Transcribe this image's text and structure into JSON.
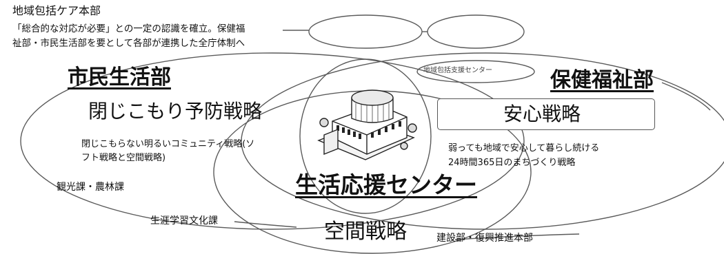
{
  "headquarters": {
    "title": "地域包括ケア本部",
    "description_line1": "「総合的な対応が必要」との一定の認識を確立。保健福",
    "description_line2": "祉部・市民生活部を要として各部が連携した全庁体制へ"
  },
  "departments": {
    "left": "市民生活部",
    "right": "保健福祉部"
  },
  "strategies": {
    "left": {
      "title": "閉じこもり予防戦略",
      "desc_line1": "閉じこもらない明るいコミュニティ戦略(ソ",
      "desc_line2": "フト戦略と空間戦略)"
    },
    "right": {
      "title": "安心戦略",
      "desc_line1": "弱っても地域で安心して暮らし続ける",
      "desc_line2": "24時間365日のまちづくり戦略"
    },
    "space": "空間戦略"
  },
  "center_label": "生活応援センター",
  "sections": {
    "tourism": "観光課・農林課",
    "lifelong": "生涯学習文化課",
    "construction": "建設部・復興推進本部"
  },
  "bubbles": {
    "top_left": "",
    "top_right": "",
    "middle": "地域包括支援センター"
  },
  "colors": {
    "ink": "#111111",
    "line": "#555555",
    "background": "#ffffff"
  }
}
